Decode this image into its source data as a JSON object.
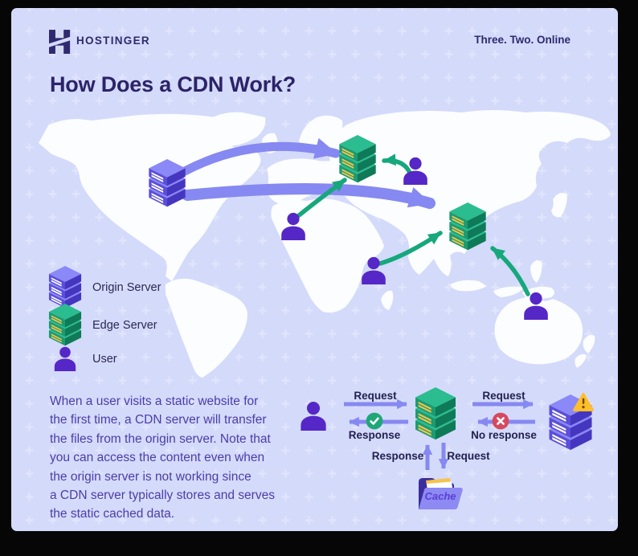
{
  "header": {
    "brand": "HOSTINGER",
    "tagline": "Three. Two. Online"
  },
  "title": "How Does a CDN Work?",
  "legend": {
    "items": [
      {
        "id": "origin-server",
        "label": "Origin Server"
      },
      {
        "id": "edge-server",
        "label": "Edge Server"
      },
      {
        "id": "user",
        "label": "User"
      }
    ]
  },
  "description": "When a user visits a static website for\nthe first time, a CDN server will transfer\nthe files from the origin server. Note that\nyou can access the content even when\nthe origin server is not working since\na CDN server typically stores and serves\nthe static cached data.",
  "flow": {
    "request_user": "Request",
    "response_user": "Response",
    "request_origin": "Request",
    "no_response": "No response",
    "response_cache": "Response",
    "request_cache": "Request",
    "cache": "Cache"
  },
  "colors": {
    "card_bg": "#D4DAFA",
    "continent": "#FCFDFF",
    "arrow_purple": "#8689F1",
    "arrow_green": "#16A87C",
    "user_purple": "#5527C7",
    "server_green_top": "#2BBD90",
    "server_purple_top": "#8B88F7",
    "title_text": "#2C2368",
    "body_text": "#4C3DA6",
    "success": "#1FA779",
    "error": "#D6495F",
    "warning": "#FFBE2B"
  }
}
